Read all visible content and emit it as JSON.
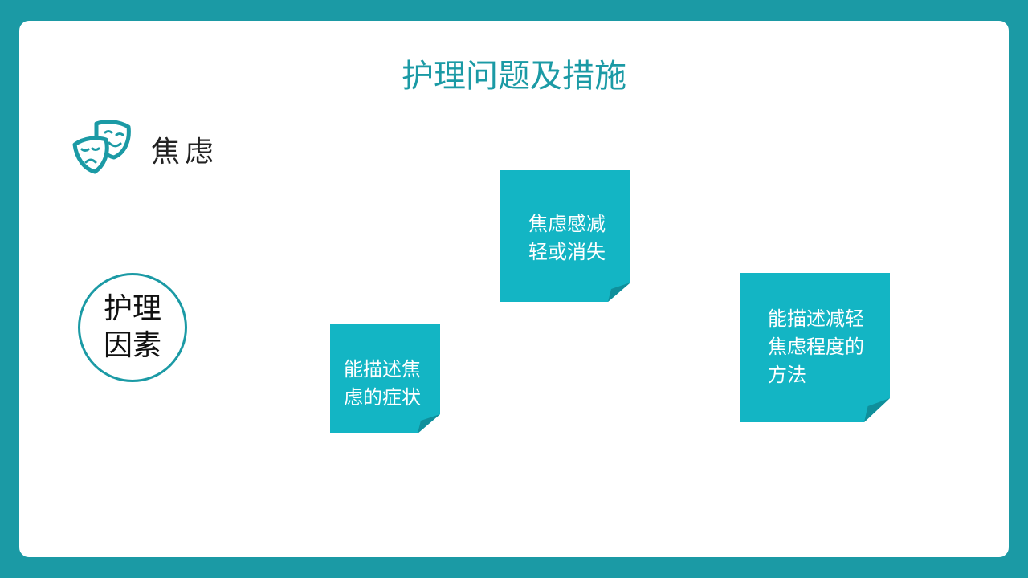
{
  "title": "护理问题及措施",
  "section": {
    "label": "焦虑",
    "icon": "theater-masks-icon"
  },
  "factor_circle": {
    "label": "护理因素"
  },
  "notes": [
    {
      "text": "能描述焦虑的症状"
    },
    {
      "text": "焦虑感减轻或消失"
    },
    {
      "text": "能描述减轻焦虑程度的方法"
    }
  ],
  "colors": {
    "frame": "#1b9aa5",
    "note": "#13b5c4",
    "note_fold": "#0f8f9b",
    "title": "#1b9aa5"
  }
}
